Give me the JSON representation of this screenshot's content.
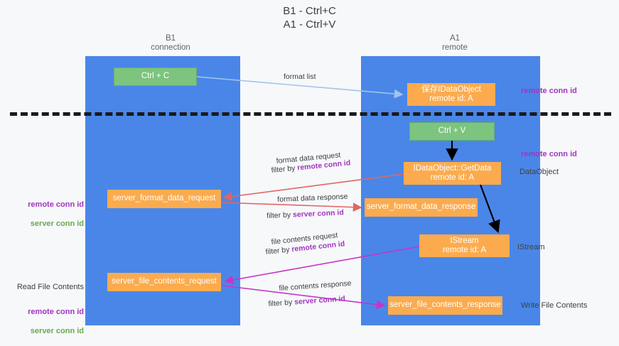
{
  "title": "B1 - Ctrl+C\nA1 - Ctrl+V",
  "columns": [
    {
      "id": "b1",
      "label": "B1\nconnection"
    },
    {
      "id": "a1",
      "label": "A1\nremote"
    }
  ],
  "nodes": [
    {
      "id": "ctrl-c",
      "label": "Ctrl + C",
      "color": "#7dc47f",
      "lane": "b1"
    },
    {
      "id": "idataobject",
      "label": "保存IDataObject\nremote id: A",
      "color": "#fbab4e",
      "lane": "a1"
    },
    {
      "id": "ctrl-v",
      "label": "Ctrl + V",
      "color": "#7dc47f",
      "lane": "a1"
    },
    {
      "id": "idataobject-getdata",
      "label": "IDataObject::GetData\nremote id: A",
      "color": "#fbab4e",
      "lane": "a1"
    },
    {
      "id": "server-format-data-request",
      "label": "server_format_data_request",
      "color": "#fbab4e",
      "lane": "b1"
    },
    {
      "id": "server-format-data-response",
      "label": "server_format_data_response",
      "color": "#fbab4e",
      "lane": "a1"
    },
    {
      "id": "istream",
      "label": "IStream\nremote id: A",
      "color": "#fbab4e",
      "lane": "a1"
    },
    {
      "id": "server-file-contents-request",
      "label": "server_file_contents_request",
      "color": "#fbab4e",
      "lane": "b1"
    },
    {
      "id": "server-file-contents-response",
      "label": "server_file_contents_response",
      "color": "#fbab4e",
      "lane": "a1"
    }
  ],
  "edge_labels": {
    "format_list": "format list",
    "format_data_request": "format data request",
    "format_data_request_filter_prefix": "filter by ",
    "format_data_request_filter_key": "remote conn id",
    "format_data_response": "format data response",
    "format_data_response_filter_prefix": "filter by ",
    "format_data_response_filter_key": "server conn id",
    "file_contents_request": "file contents request",
    "file_contents_request_filter_prefix": "filter by ",
    "file_contents_request_filter_key": "remote conn id",
    "file_contents_response": "file contents response",
    "file_contents_response_filter_prefix": "filter by ",
    "file_contents_response_filter_key": "server conn id"
  },
  "annotations": {
    "right_remote_conn_id_top": "remote conn id",
    "right_remote_conn_id_mid": "remote conn id",
    "right_dataobject": "DataObject",
    "right_istream": "IStream",
    "right_write_file_contents": "Write File Contents",
    "left_read_file_contents": "Read File Contents",
    "left_remote_conn_id": "remote conn id",
    "left_server_conn_id": "server conn id",
    "left_remote_conn_id_2": "remote conn id",
    "left_server_conn_id_2": "server conn id"
  },
  "colors": {
    "lane": "#4a86e8",
    "node_green": "#7dc47f",
    "node_orange": "#fbab4e",
    "divider": "#1a1a1a",
    "remote_conn_id": "#a234c0",
    "server_conn_id": "#6aa84f",
    "arrow_blue": "#9fc5e8",
    "arrow_red": "#e06666",
    "arrow_magenta": "#c734c7",
    "arrow_black": "#000000",
    "background": "#f7f8fa"
  }
}
